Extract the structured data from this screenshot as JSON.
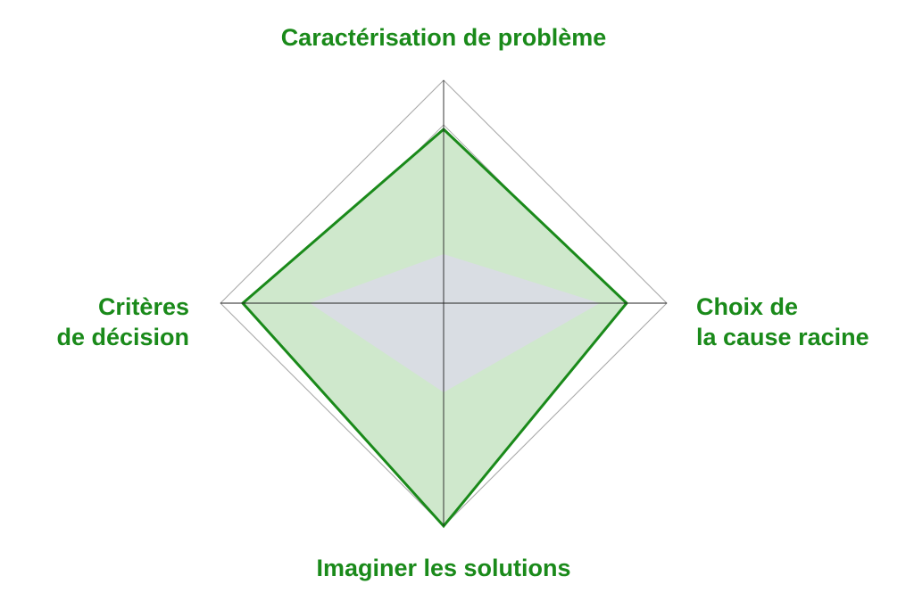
{
  "chart_data": {
    "type": "radar",
    "axes": [
      "Caractérisation de problème",
      "Choix de la cause racine",
      "Imaginer les solutions",
      "Critères de décision"
    ],
    "axis_label_lines": [
      [
        "Caractérisation de problème"
      ],
      [
        "Choix de",
        "la cause racine"
      ],
      [
        "Imaginer les solutions"
      ],
      [
        "Critères",
        "de décision"
      ]
    ],
    "rmax": 5,
    "grid_levels": [
      1,
      2,
      3,
      4,
      5
    ],
    "grid": true,
    "series": [
      {
        "values": [
          3.9,
          4.1,
          5.0,
          4.5
        ],
        "fill_color": "#cfe8cc",
        "stroke_color": "#1a8a1a"
      },
      {
        "values": [
          1.1,
          3.5,
          2.0,
          3.0
        ],
        "fill_color": "#d9dde3",
        "stroke_color": "none"
      }
    ]
  },
  "colors": {
    "label": "#1a8a1a",
    "grid": "#9a9a9a",
    "axis": "#222222"
  }
}
